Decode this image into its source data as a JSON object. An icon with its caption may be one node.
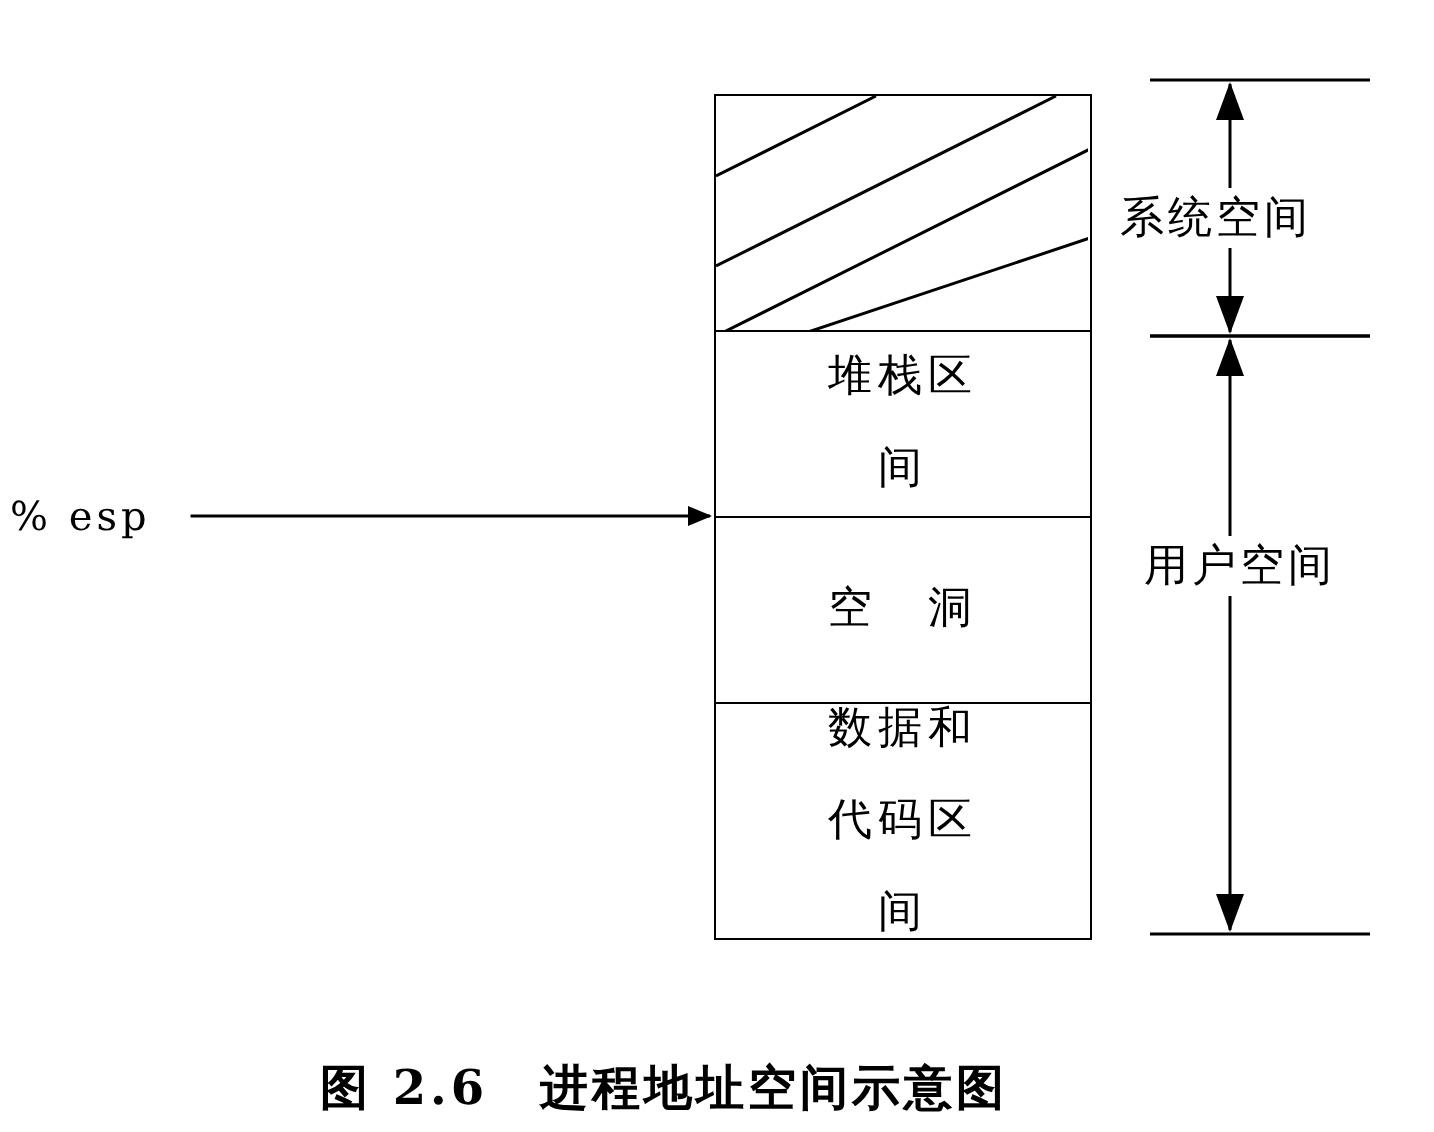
{
  "diagram": {
    "caption": "图 2.6　进程地址空间示意图",
    "nodes": [
      {
        "text": [],
        "shape": "box"
      },
      {
        "text": [
          "堆栈区间"
        ]
      },
      {
        "text": [
          "空　洞"
        ]
      },
      {
        "text": [
          "数据和代码区间"
        ]
      },
      {
        "text": [
          "% esp"
        ]
      }
    ],
    "edges": [
      {
        "from": 4,
        "to": 2,
        "arrow": "to"
      }
    ],
    "labels": [
      "系统空间",
      "用户空间"
    ]
  }
}
